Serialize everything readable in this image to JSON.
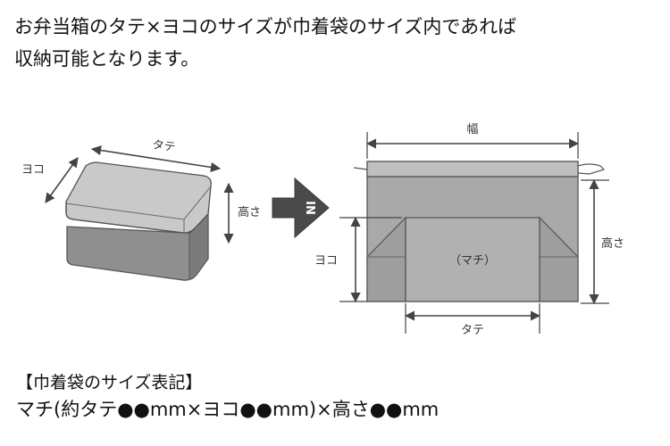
{
  "intro": {
    "line1": "お弁当箱のタテ×ヨコのサイズが巾着袋のサイズ内であれば",
    "line2": "収納可能となります。"
  },
  "lunchbox": {
    "label_tate": "タテ",
    "label_yoko": "ヨコ",
    "label_takasa": "高さ"
  },
  "arrow": {
    "label": "IN"
  },
  "pouch": {
    "label_haba": "幅",
    "label_yoko": "ヨコ",
    "label_machi": "（マチ）",
    "label_tate": "タテ",
    "label_takasa": "高さ"
  },
  "size_notation": {
    "heading": "【巾着袋のサイズ表記】",
    "formula": "マチ(約タテ●●mm×ヨコ●●mm)×高さ●●mm"
  },
  "colors": {
    "box_lid": "#c9c9c9",
    "box_body": "#8f8f8f",
    "pouch_fill": "#a9a9a9",
    "pouch_band": "#bfbfbf",
    "gusset_fill": "#9e9e9e",
    "outline": "#555555",
    "dimension_line": "#444444"
  }
}
